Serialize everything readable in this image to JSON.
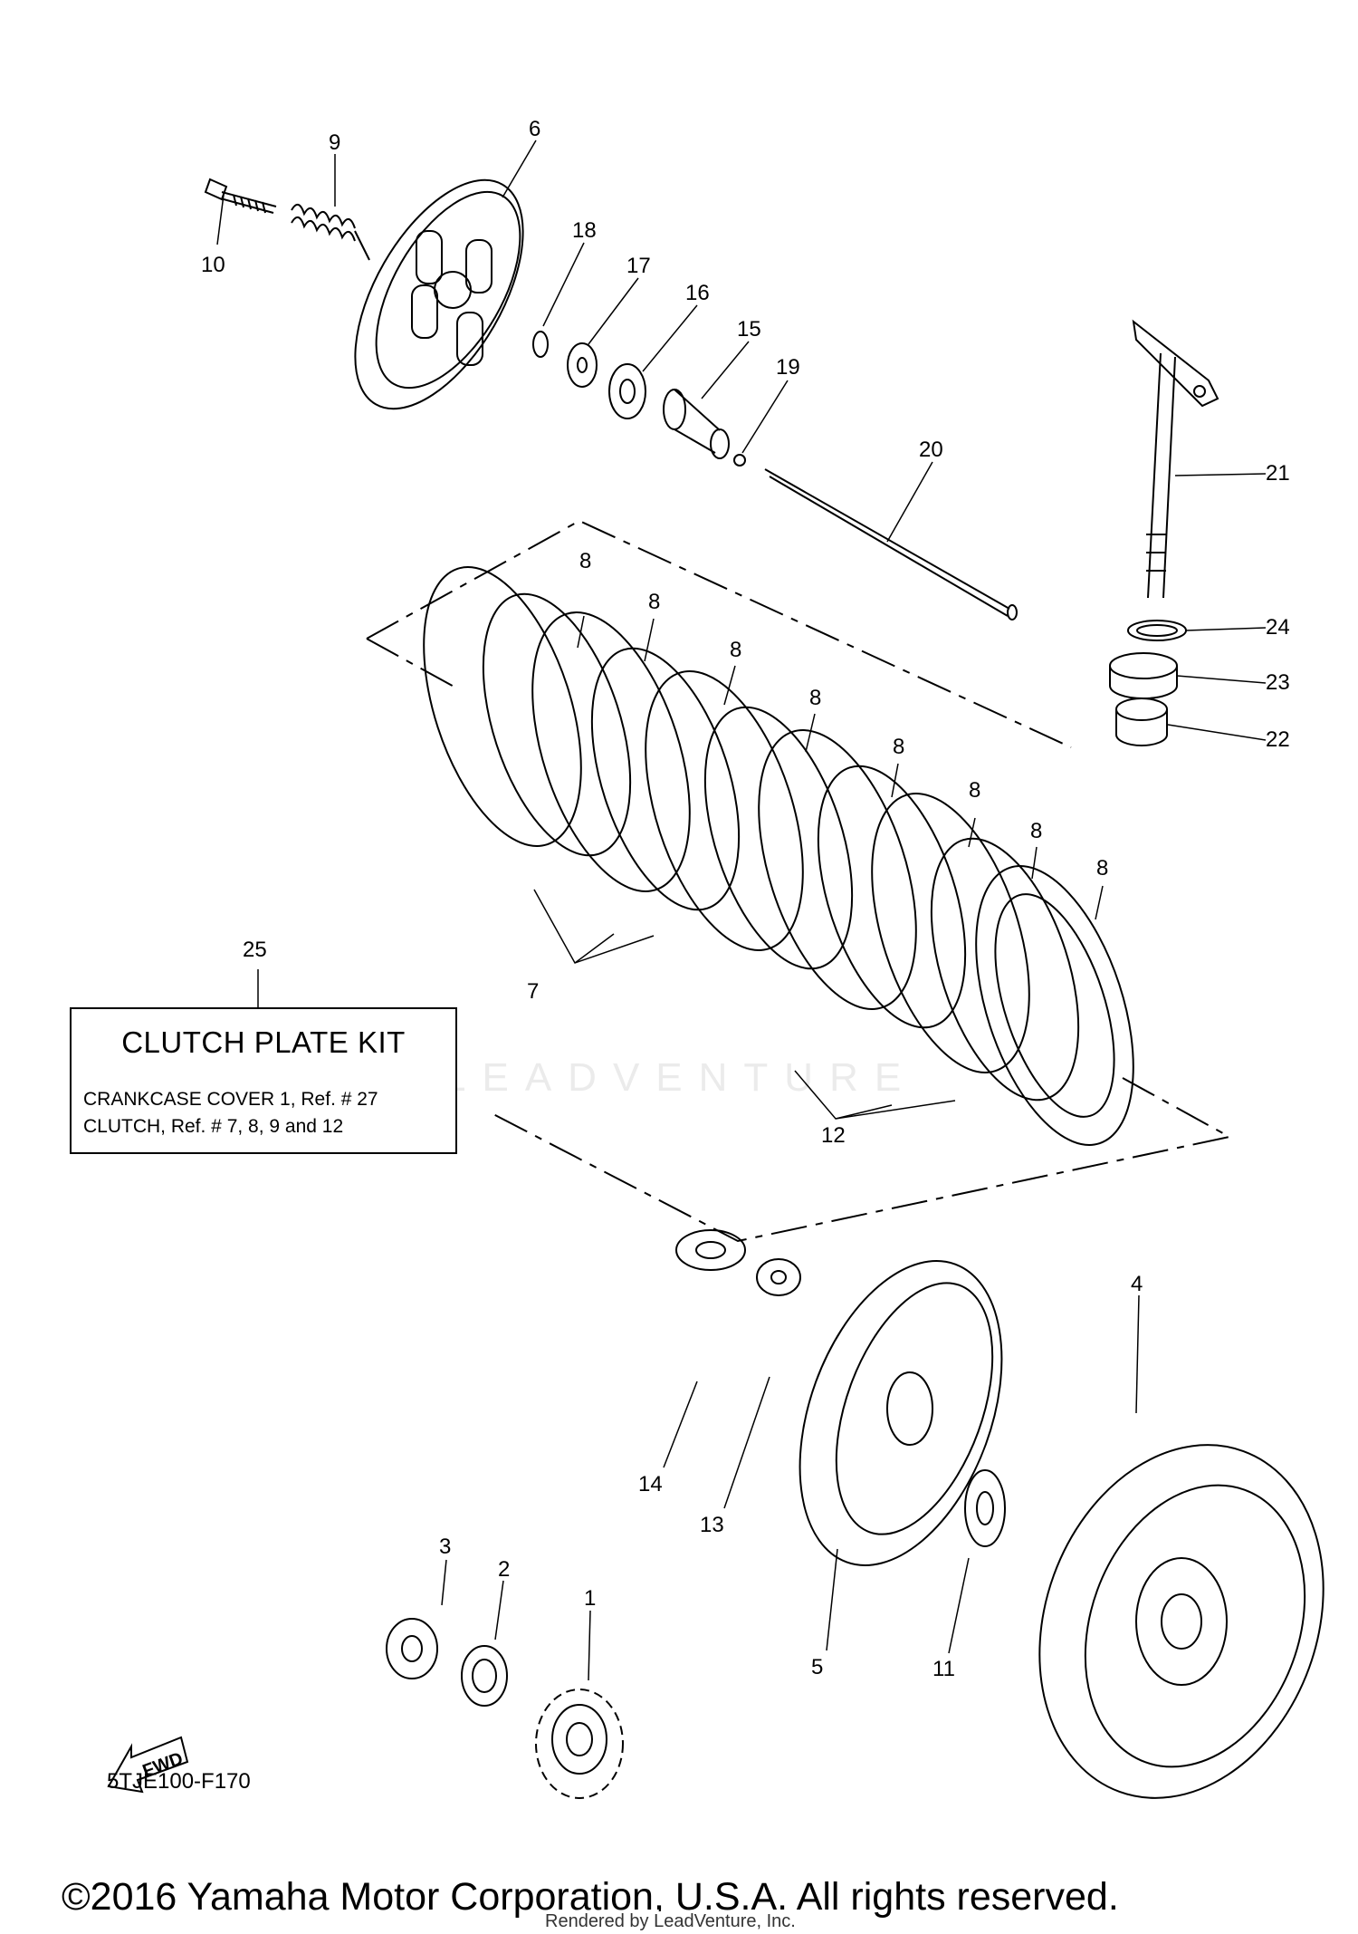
{
  "callouts": {
    "c1": "1",
    "c2": "2",
    "c3": "3",
    "c4": "4",
    "c5": "5",
    "c6": "6",
    "c7": "7",
    "c8": "8",
    "c9": "9",
    "c10": "10",
    "c11": "11",
    "c12": "12",
    "c13": "13",
    "c14": "14",
    "c15": "15",
    "c16": "16",
    "c17": "17",
    "c18": "18",
    "c19": "19",
    "c20": "20",
    "c21": "21",
    "c22": "22",
    "c23": "23",
    "c24": "24",
    "c25": "25"
  },
  "kit": {
    "title": "CLUTCH PLATE KIT",
    "line1": "CRANKCASE COVER 1, Ref. # 27",
    "line2": "CLUTCH, Ref. # 7, 8, 9 and 12"
  },
  "fwd_label": "FWD",
  "diagram_code": "5TJE100-F170",
  "watermark": "LEADVENTURE",
  "footer": {
    "copyright": "©2016 Yamaha Motor Corporation, U.S.A. All rights reserved.",
    "rendered_by": "Rendered by LeadVenture, Inc."
  }
}
